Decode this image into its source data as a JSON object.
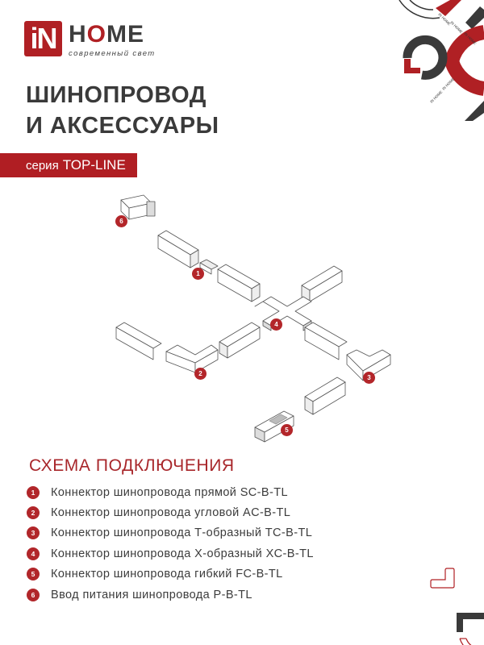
{
  "brand": {
    "logo_box": "iN",
    "logo_word_pre": "H",
    "logo_word_o": "O",
    "logo_word_post": "ME",
    "tagline": "современный свет",
    "watermark": "IN HOME",
    "colors": {
      "primary_red": "#b02024",
      "dark_gray": "#3a3a3a"
    }
  },
  "header": {
    "title_line1": "ШИНОПРОВОД",
    "title_line2": "И АКСЕССУАРЫ",
    "series_prefix": "серия",
    "series_name": "TOP-LINE"
  },
  "diagram": {
    "badges": [
      "1",
      "2",
      "3",
      "4",
      "5",
      "6"
    ]
  },
  "scheme": {
    "title": "СХЕМА ПОДКЛЮЧЕНИЯ",
    "items": [
      {
        "num": "1",
        "label": "Коннектор шинопровода прямой SC-B-TL"
      },
      {
        "num": "2",
        "label": "Коннектор шинопровода угловой AC-B-TL"
      },
      {
        "num": "3",
        "label": "Коннектор шинопровода Т-образный TC-B-TL"
      },
      {
        "num": "4",
        "label": "Коннектор шинопровода Х-образный XC-B-TL"
      },
      {
        "num": "5",
        "label": "Коннектор шинопровода гибкий FC-B-TL"
      },
      {
        "num": "6",
        "label": "Ввод питания шинопровода P-B-TL"
      }
    ]
  }
}
